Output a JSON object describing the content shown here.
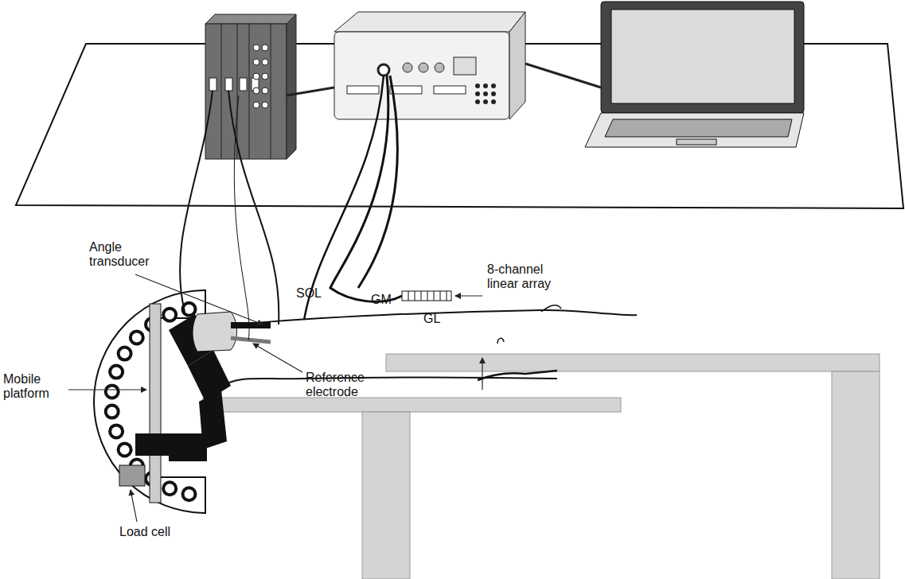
{
  "diagram": {
    "labels": [
      "Angle transducer",
      "SOL",
      "GM",
      "8-channel linear array",
      "GL",
      "Mobile platform",
      "Reference electrode",
      "Load cell"
    ]
  }
}
